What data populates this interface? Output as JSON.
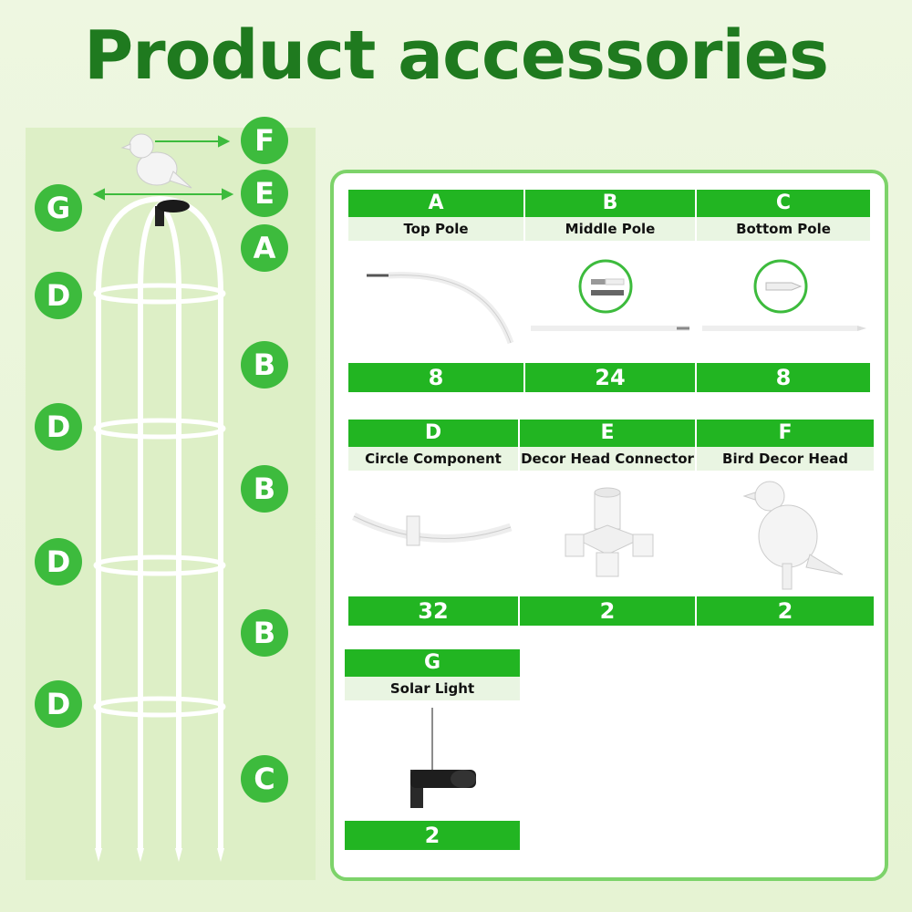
{
  "title": "Product accessories",
  "colors": {
    "title_green": "#1f7a1f",
    "badge_green": "#3dbb3d",
    "header_green": "#22b522",
    "frame_green": "#7dd36a"
  },
  "diagram_labels": [
    "F",
    "E",
    "G",
    "A",
    "D",
    "B",
    "D",
    "B",
    "D",
    "B",
    "D",
    "C"
  ],
  "parts": [
    {
      "letter": "A",
      "name": "Top Pole",
      "count": "8",
      "icon": "curved-pole-icon"
    },
    {
      "letter": "B",
      "name": "Middle Pole",
      "count": "24",
      "icon": "straight-pole-icon"
    },
    {
      "letter": "C",
      "name": "Bottom Pole",
      "count": "8",
      "icon": "pointed-pole-icon"
    },
    {
      "letter": "D",
      "name": "Circle Component",
      "count": "32",
      "icon": "arc-component-icon"
    },
    {
      "letter": "E",
      "name": "Decor Head Connector",
      "count": "2",
      "icon": "connector-icon"
    },
    {
      "letter": "F",
      "name": "Bird Decor Head",
      "count": "2",
      "icon": "bird-icon"
    },
    {
      "letter": "G",
      "name": "Solar Light",
      "count": "2",
      "icon": "solar-light-icon"
    }
  ]
}
